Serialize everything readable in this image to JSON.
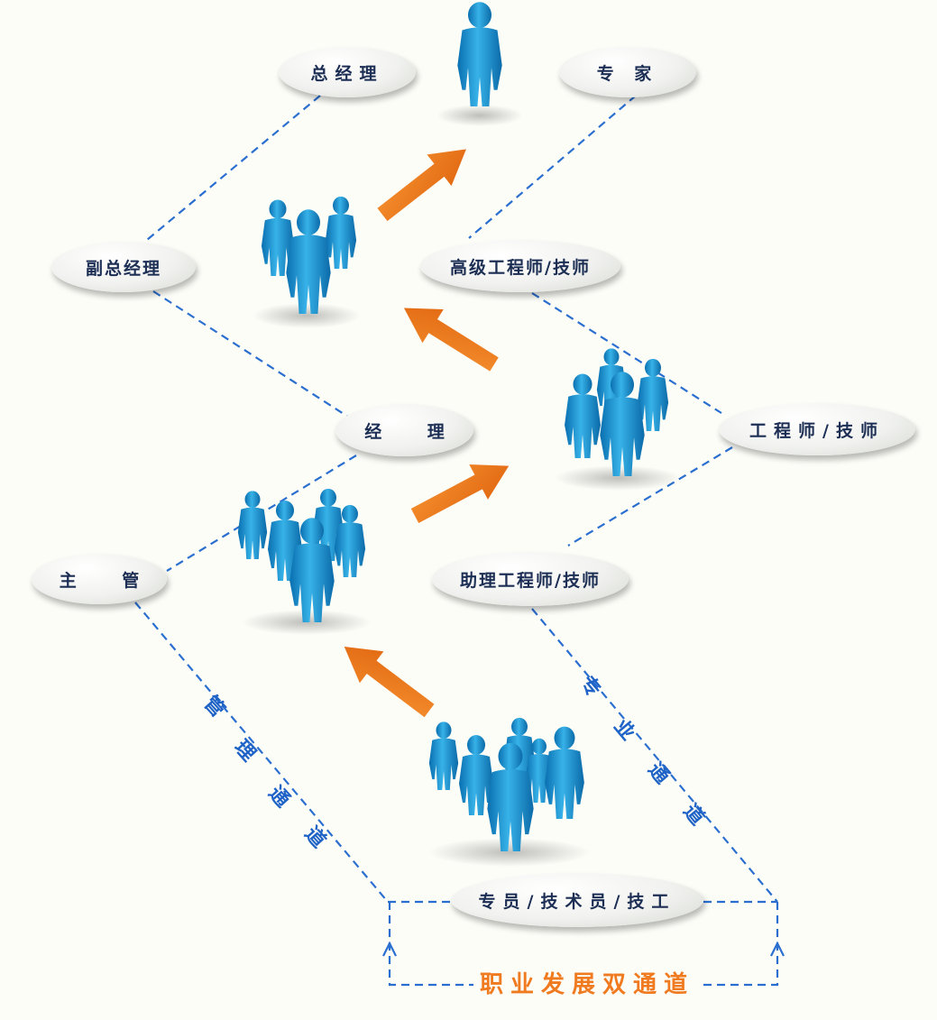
{
  "nodes": {
    "general_manager": "总经理",
    "expert": "专 家",
    "deputy_general_manager": "副总经理",
    "senior_engineer": "高级工程师/技师",
    "manager": "经 理",
    "engineer": "工程师/技师",
    "supervisor": "主 管",
    "assistant_engineer": "助理工程师/技师",
    "specialist": "专员/技术员/技工"
  },
  "channels": {
    "management": [
      "管",
      "理",
      "通",
      "道"
    ],
    "professional": [
      "专",
      "业",
      "通",
      "道"
    ]
  },
  "title": "职业发展双通道",
  "colors": {
    "figure": "#1e8fcf",
    "arrow": "#f07a1f",
    "dash": "#2a6fd0",
    "label": "#1c2e54"
  },
  "icons": [
    "person-group-icon",
    "progress-arrow-icon",
    "arrowhead-up-icon"
  ]
}
